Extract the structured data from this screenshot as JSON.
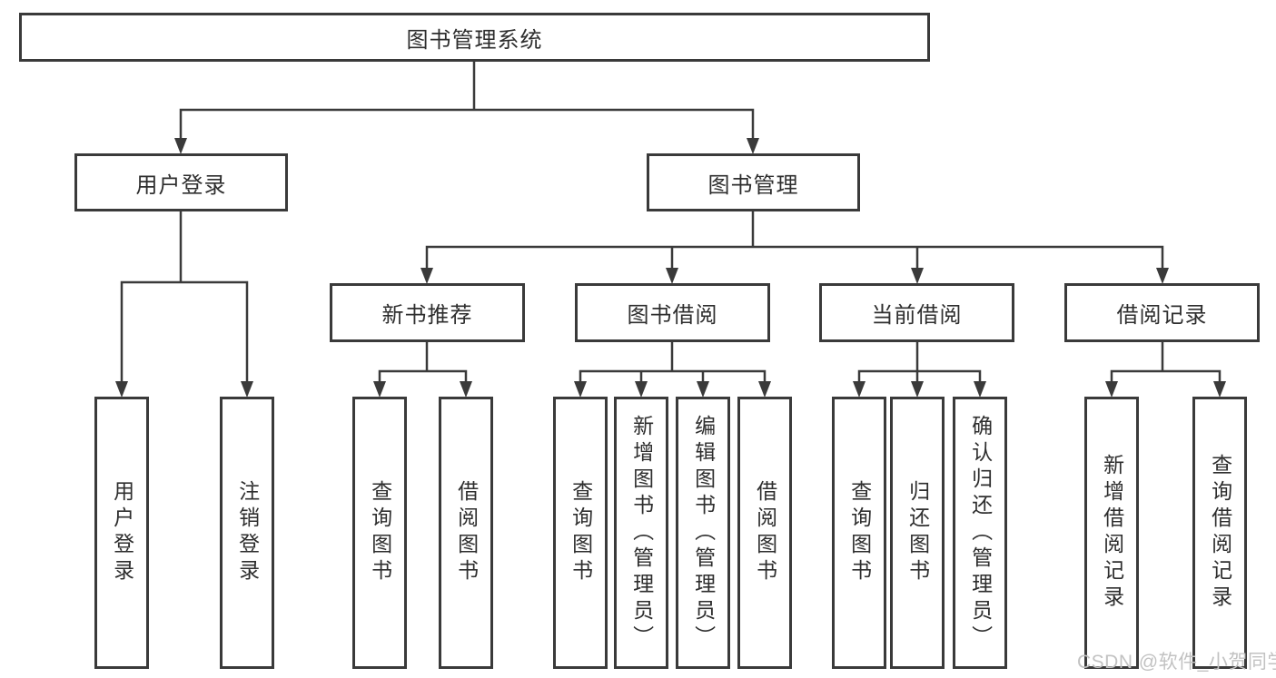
{
  "diagram_title": "图书管理系统",
  "tree": {
    "root": {
      "label": "图书管理系统"
    },
    "branches": [
      {
        "label": "用户登录",
        "children": [
          {
            "label": "用户登录"
          },
          {
            "label": "注销登录"
          }
        ]
      },
      {
        "label": "图书管理",
        "children": [
          {
            "label": "新书推荐",
            "children": [
              {
                "label": "查询图书"
              },
              {
                "label": "借阅图书"
              }
            ]
          },
          {
            "label": "图书借阅",
            "children": [
              {
                "label": "查询图书"
              },
              {
                "label": "新增图书（管理员）"
              },
              {
                "label": "编辑图书（管理员）"
              },
              {
                "label": "借阅图书"
              }
            ]
          },
          {
            "label": "当前借阅",
            "children": [
              {
                "label": "查询图书"
              },
              {
                "label": "归还图书"
              },
              {
                "label": "确认归还（管理员）"
              }
            ]
          },
          {
            "label": "借阅记录",
            "children": [
              {
                "label": "新增借阅记录"
              },
              {
                "label": "查询借阅记录"
              }
            ]
          }
        ]
      }
    ]
  },
  "watermark": {
    "text": "CSDN @软件_小贺同学",
    "color": "#c2c2c2"
  },
  "colors": {
    "background": "#ffffff",
    "box_border": "#3a3a3a",
    "connector_line": "#3a3a3a",
    "text": "#2e2e2e"
  }
}
